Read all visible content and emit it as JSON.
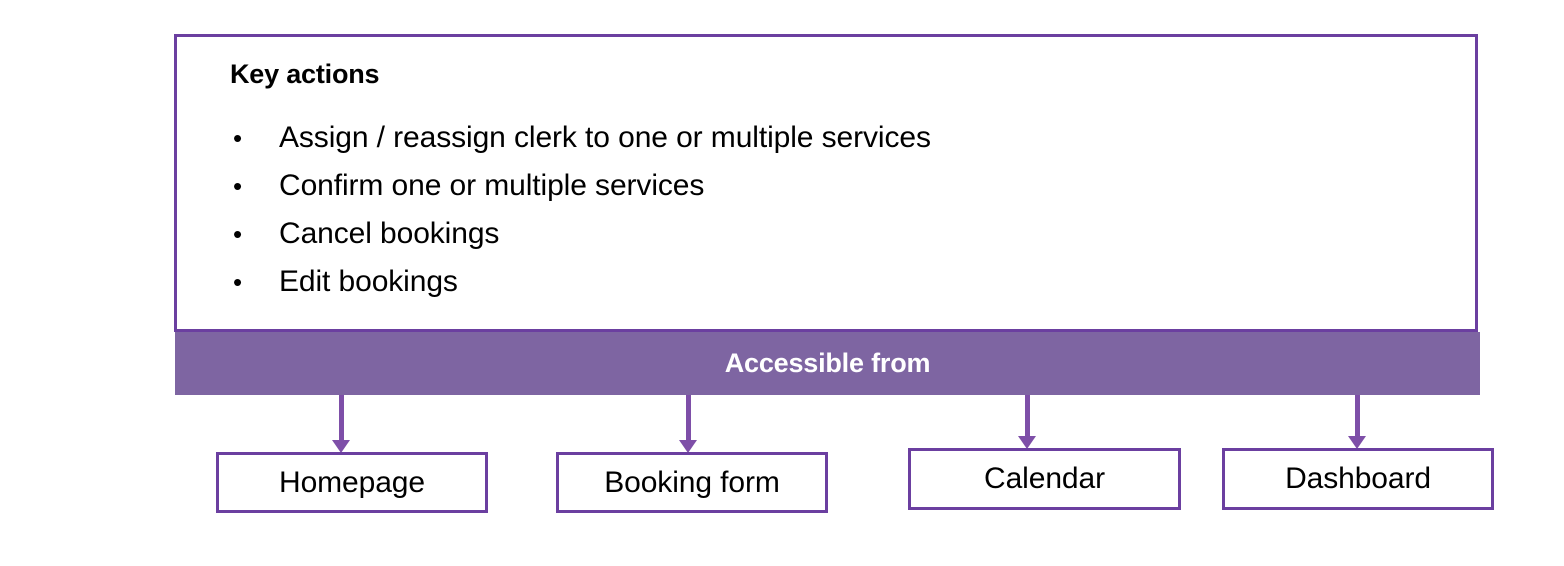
{
  "panel": {
    "title": "Key actions",
    "bullet_glyph": "•",
    "items": [
      "Assign / reassign clerk to one or multiple services",
      "Confirm one or multiple services",
      "Cancel bookings",
      "Edit bookings"
    ]
  },
  "banner": {
    "label": "Accessible from"
  },
  "destinations": [
    {
      "label": "Homepage"
    },
    {
      "label": "Booking form"
    },
    {
      "label": "Calendar"
    },
    {
      "label": "Dashboard"
    }
  ],
  "colors": {
    "border_purple": "#6B3FA0",
    "banner_purple": "#7E65A2",
    "arrow_purple": "#7E4FA8",
    "text_black": "#000000",
    "surface_white": "#FFFFFF"
  }
}
